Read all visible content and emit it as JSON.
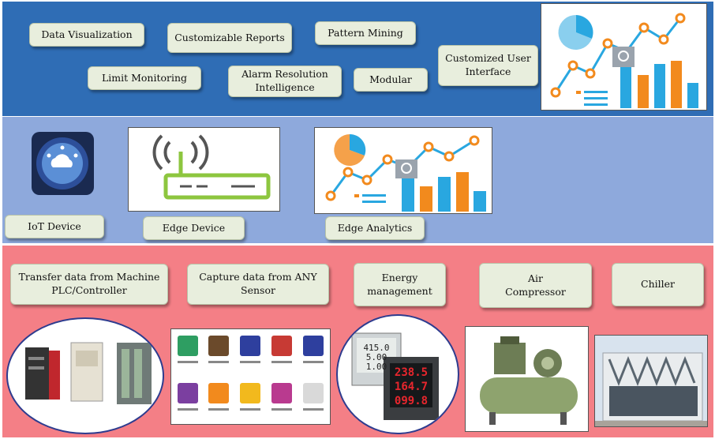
{
  "colors": {
    "top_band": "#2f6db5",
    "middle_band": "#8ea9dc",
    "bottom_band": "#f47f86",
    "pill_bg": "#e8eedd",
    "chart_blue": "#29a7e0",
    "chart_orange": "#f28a1d"
  },
  "top": {
    "data_visualization": "Data Visualization",
    "customizable_reports": "Customizable Reports",
    "pattern_mining": "Pattern Mining",
    "customized_user_interface": "Customized User\nInterface",
    "limit_monitoring": "Limit Monitoring",
    "alarm_resolution": "Alarm Resolution\nIntelligence",
    "modular": "Modular"
  },
  "middle": {
    "iot_device": "IoT Device",
    "edge_device": "Edge Device",
    "edge_analytics": "Edge Analytics"
  },
  "bottom": {
    "transfer_plc": "Transfer data from Machine\nPLC/Controller",
    "capture_sensor": "Capture data from ANY\nSensor",
    "energy_management": "Energy\nmanagement",
    "air_compressor": "Air\nCompressor",
    "chiller": "Chiller"
  },
  "meter_readings": [
    "415.0",
    "5.00",
    "1.00",
    "238.5",
    "164.7",
    "099.8"
  ],
  "icons": [
    "analytics-chart-icon",
    "iot-device-icon",
    "router-icon",
    "plc-icon",
    "sensor-grid-icon",
    "energy-meter-icon",
    "air-compressor-icon",
    "chiller-icon"
  ]
}
